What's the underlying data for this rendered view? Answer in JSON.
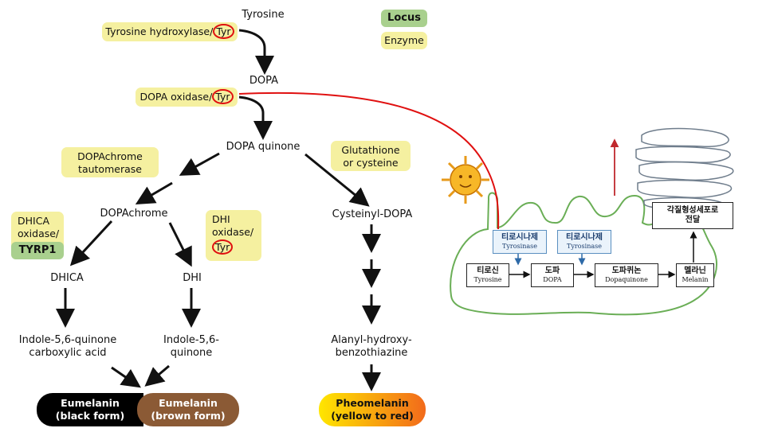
{
  "legend": {
    "locus": "Locus",
    "enzyme": "Enzyme"
  },
  "nodes": {
    "tyrosine": "Tyrosine",
    "dopa": "DOPA",
    "dopa_quinone": "DOPA quinone",
    "dopachrome": "DOPAchrome",
    "dhica": "DHICA",
    "dhi": "DHI",
    "iq_carb_1": "Indole-5,6-quinone",
    "iq_carb_2": "carboxylic acid",
    "iq_1": "Indole-5,6-",
    "iq_2": "quinone",
    "cysteinyl": "Cysteinyl-DOPA",
    "alanyl_1": "Alanyl-hydroxy-",
    "alanyl_2": "benzothiazine"
  },
  "enzymes": {
    "tyr_hydroxylase": "Tyrosine hydroxylase/",
    "tyr1": "Tyr",
    "dopa_oxidase": "DOPA oxidase/",
    "tyr2": "Tyr",
    "tautomerase_1": "DOPAchrome",
    "tautomerase_2": "tautomerase",
    "glut_1": "Glutathione",
    "glut_2": "or cysteine",
    "dhica_ox_1": "DHICA",
    "dhica_ox_2": "oxidase/",
    "tyrp1": "TYRP1",
    "dhi_ox_1": "DHI",
    "dhi_ox_2": "oxidase/",
    "tyr3": "Tyr"
  },
  "products": {
    "eu_black_1": "Eumelanin",
    "eu_black_2": "(black form)",
    "eu_brown_1": "Eumelanin",
    "eu_brown_2": "(brown form)",
    "pheo_1": "Pheomelanin",
    "pheo_2": "(yellow to red)"
  },
  "cell": {
    "enzyme1_ko": "티로시나제",
    "enzyme1_en": "Tyrosinase",
    "enzyme2_ko": "티로시나제",
    "enzyme2_en": "Tyrosinase",
    "tyrosine_ko": "티로신",
    "tyrosine_en": "Tyrosine",
    "dopa_ko": "도파",
    "dopa_en": "DOPA",
    "dopaquinone_ko": "도파퀴논",
    "dopaquinone_en": "Dopaquinone",
    "melanin_ko": "멜라닌",
    "melanin_en": "Melanin",
    "transfer_1": "각질형성세포로",
    "transfer_2": "전달"
  },
  "colors": {
    "enzyme_bg": "#f5f0a0",
    "locus_bg": "#a9d08e",
    "highlight_red": "#e01010",
    "eumelanin_black": "#000000",
    "eumelanin_brown": "#8b5a35",
    "pheomelanin_start": "#ffe600",
    "pheomelanin_end": "#f26a1b",
    "cell_outline": "#6aae56"
  }
}
